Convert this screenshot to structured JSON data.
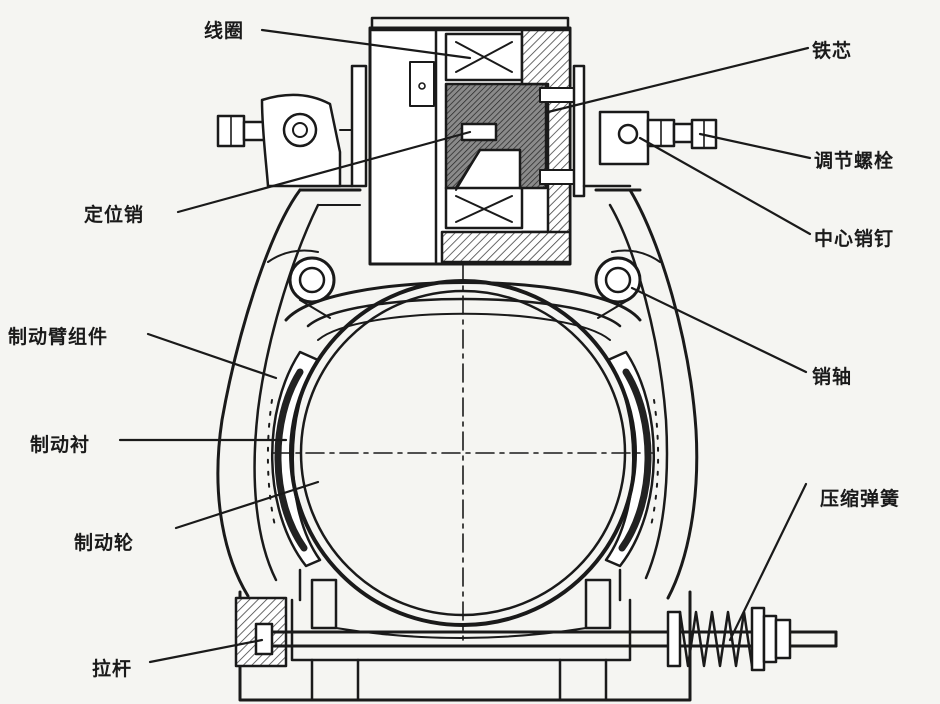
{
  "labels": {
    "coil": "线圈",
    "iron_core": "铁芯",
    "adjusting_bolt": "调节螺栓",
    "locating_pin": "定位销",
    "center_pin": "中心销钉",
    "brake_arm_assembly": "制动臂组件",
    "pin_shaft": "销轴",
    "brake_lining": "制动衬",
    "brake_wheel": "制动轮",
    "compression_spring": "压缩弹簧",
    "pull_rod": "拉杆"
  },
  "colors": {
    "ink": "#1a1a1a",
    "paper": "#f5f5f2",
    "hatch": "#444444",
    "core_shade": "#9a9a9a"
  }
}
